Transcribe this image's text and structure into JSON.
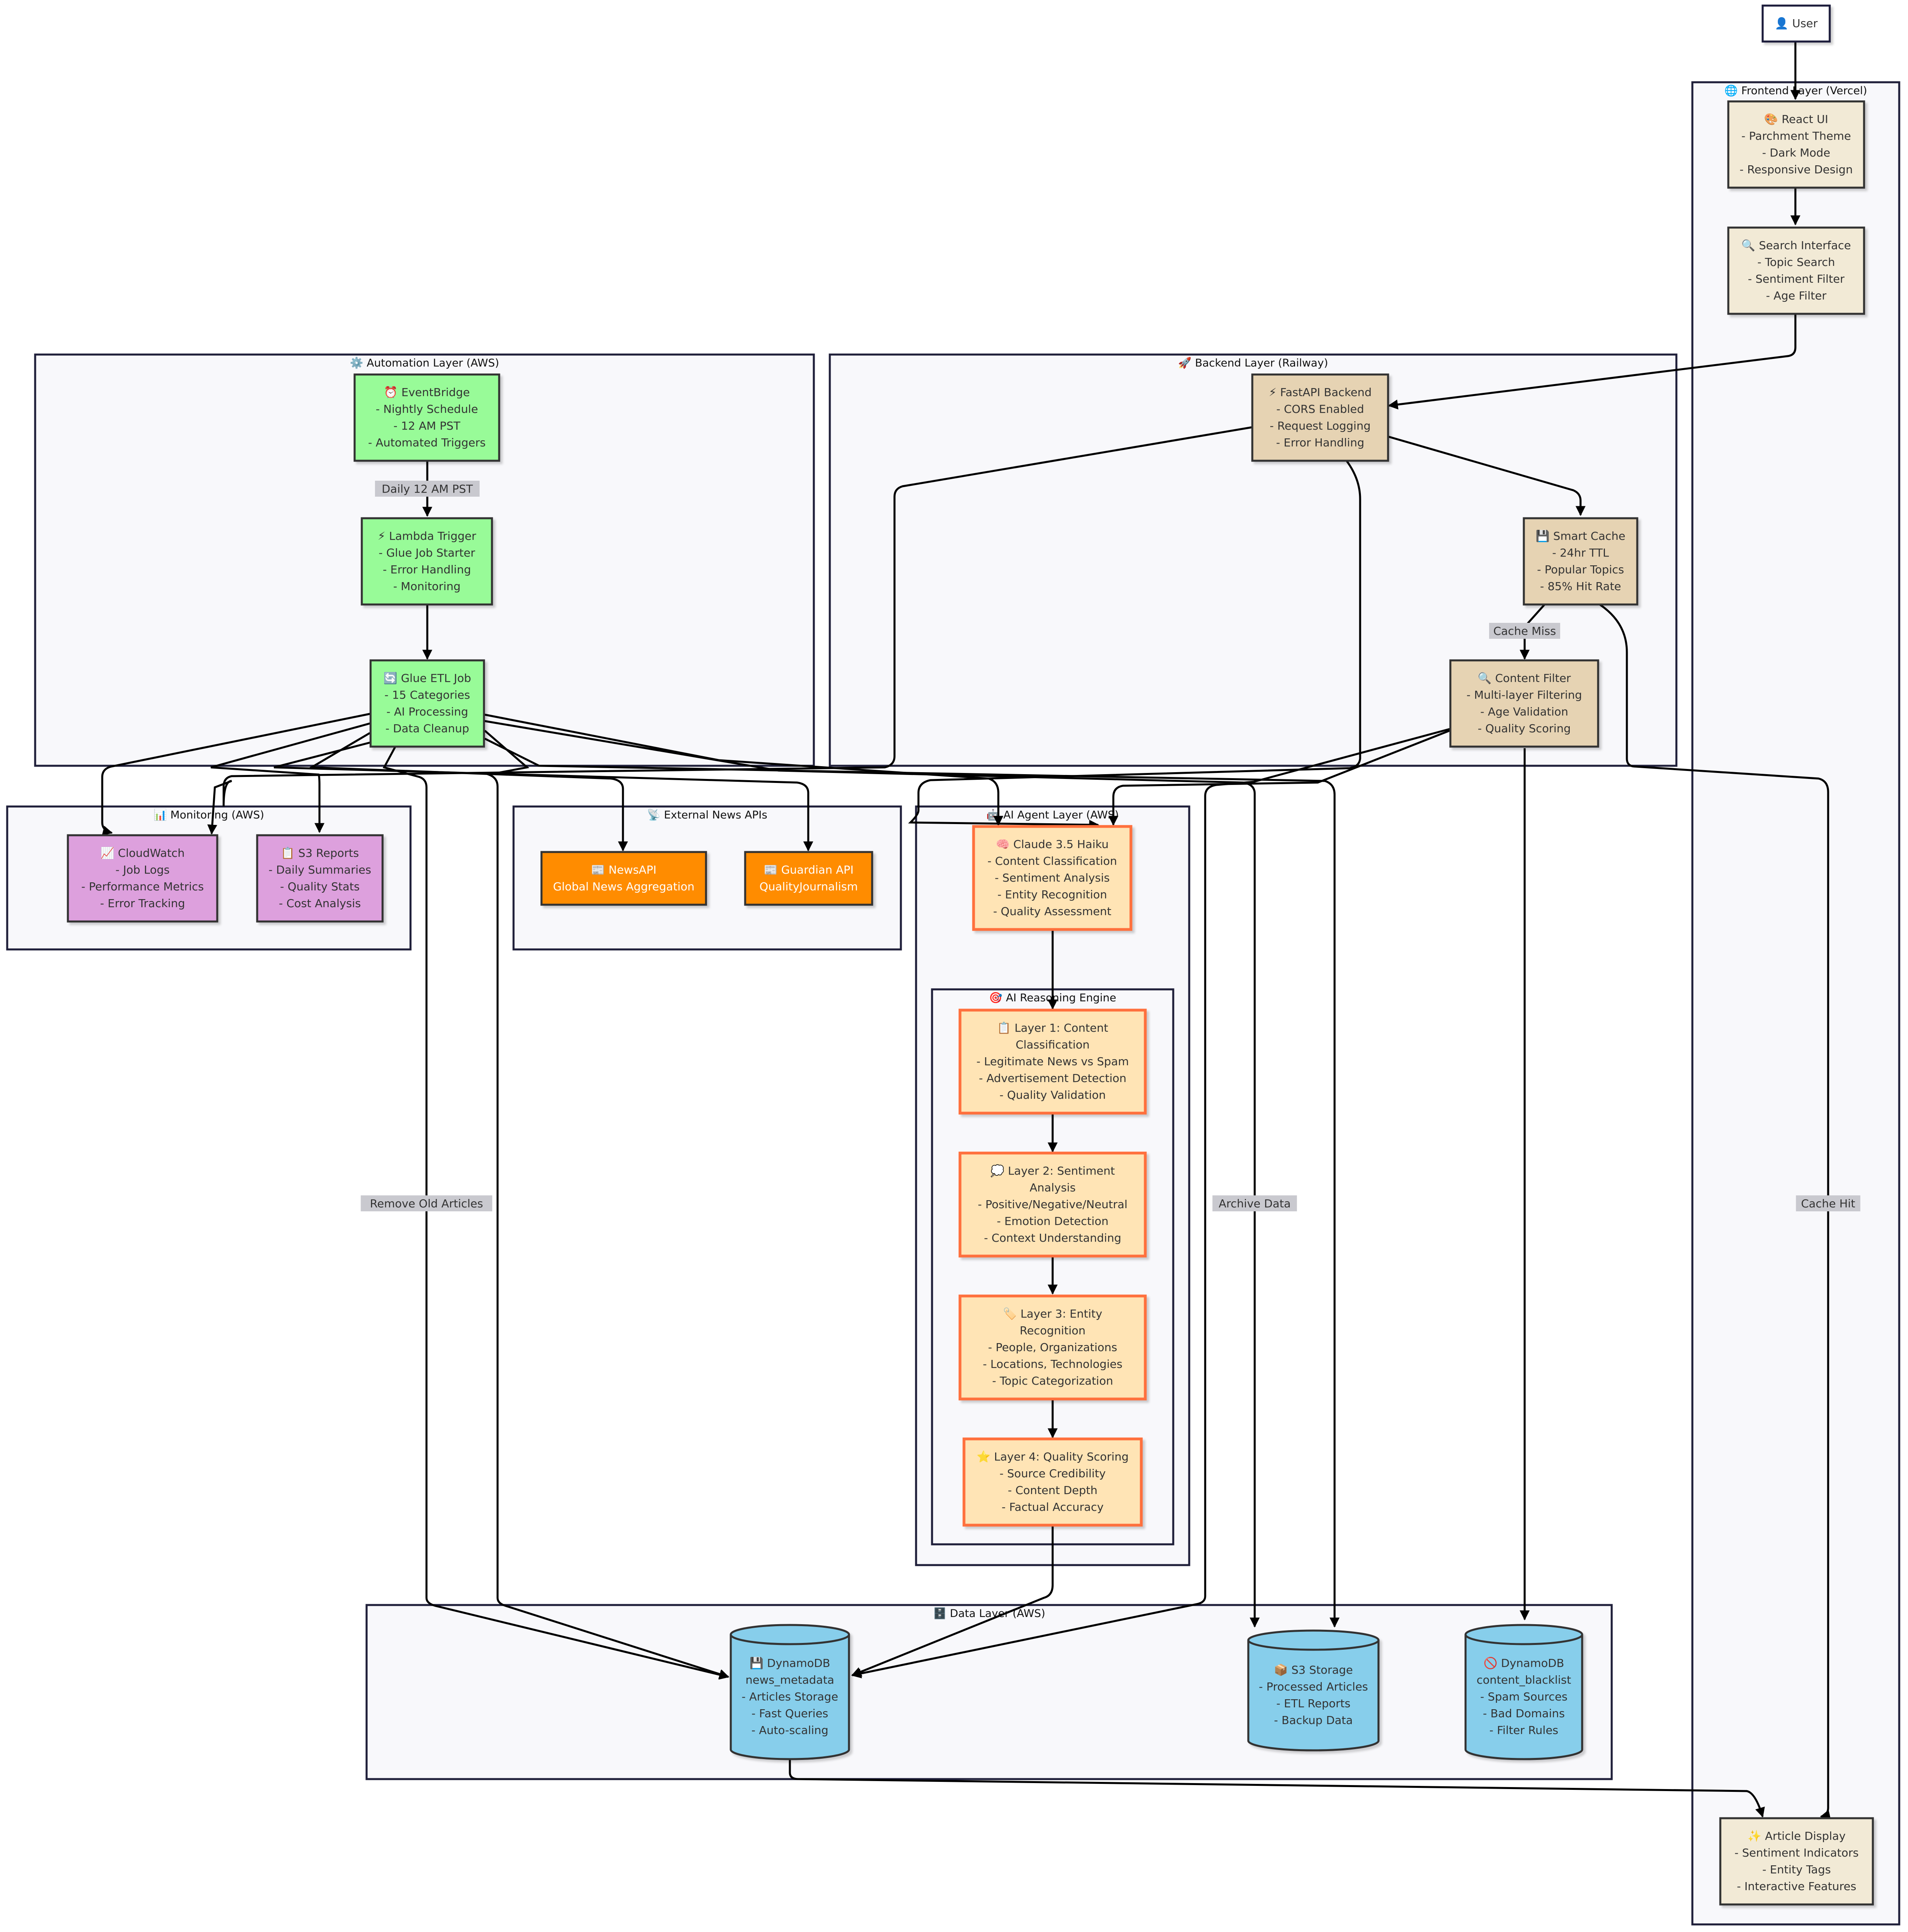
{
  "clusters": {
    "frontend": "🌐 Frontend Layer (Vercel)",
    "automation": "⚙️ Automation Layer (AWS)",
    "backend": "🚀 Backend Layer (Railway)",
    "monitoring": "📊 Monitoring (AWS)",
    "external": "📡 External News APIs",
    "ai_agent": "🤖 AI Agent Layer (AWS)",
    "reasoning": "🎯 AI Reasoning Engine",
    "data": "🗄️ Data Layer (AWS)"
  },
  "nodes": {
    "user": [
      "👤 User"
    ],
    "react_ui": [
      "🎨 React UI",
      "- Parchment Theme",
      "- Dark Mode",
      "- Responsive Design"
    ],
    "search": [
      "🔍 Search Interface",
      "- Topic Search",
      "- Sentiment Filter",
      "- Age Filter"
    ],
    "article_display": [
      "✨ Article Display",
      "- Sentiment Indicators",
      "- Entity Tags",
      "- Interactive Features"
    ],
    "eventbridge": [
      "⏰ EventBridge",
      "- Nightly Schedule",
      "- 12 AM PST",
      "- Automated Triggers"
    ],
    "lambda": [
      "⚡ Lambda Trigger",
      "- Glue Job Starter",
      "- Error Handling",
      "- Monitoring"
    ],
    "glue": [
      "🔄 Glue ETL Job",
      "- 15 Categories",
      "- AI Processing",
      "- Data Cleanup"
    ],
    "fastapi": [
      "⚡ FastAPI Backend",
      "- CORS Enabled",
      "- Request Logging",
      "- Error Handling"
    ],
    "cache": [
      "💾 Smart Cache",
      "- 24hr TTL",
      "- Popular Topics",
      "- 85% Hit Rate"
    ],
    "content_filter": [
      "🔍 Content Filter",
      "- Multi-layer Filtering",
      "- Age Validation",
      "- Quality Scoring"
    ],
    "cloudwatch": [
      "📈 CloudWatch",
      "- Job Logs",
      "- Performance Metrics",
      "- Error Tracking"
    ],
    "s3_reports": [
      "📋 S3 Reports",
      "- Daily Summaries",
      "- Quality Stats",
      "- Cost Analysis"
    ],
    "newsapi": [
      "📰 NewsAPI",
      "Global News Aggregation"
    ],
    "guardian": [
      "📰 Guardian API",
      "QualityJournalism"
    ],
    "claude": [
      "🧠 Claude 3.5 Haiku",
      "- Content Classification",
      "- Sentiment Analysis",
      "- Entity Recognition",
      "- Quality Assessment"
    ],
    "layer1": [
      "📋 Layer 1: Content",
      "Classification",
      "- Legitimate News vs Spam",
      "- Advertisement Detection",
      "- Quality Validation"
    ],
    "layer2": [
      "💭 Layer 2: Sentiment",
      "Analysis",
      "- Positive/Negative/Neutral",
      "- Emotion Detection",
      "- Context Understanding"
    ],
    "layer3": [
      "🏷️ Layer 3: Entity",
      "Recognition",
      "- People, Organizations",
      "- Locations, Technologies",
      "- Topic Categorization"
    ],
    "layer4": [
      "⭐ Layer 4: Quality Scoring",
      "- Source Credibility",
      "- Content Depth",
      "- Factual Accuracy"
    ],
    "dynamo_news": [
      "💾 DynamoDB",
      "news_metadata",
      "- Articles Storage",
      "- Fast Queries",
      "- Auto-scaling"
    ],
    "s3_storage": [
      "📦 S3 Storage",
      "- Processed Articles",
      "- ETL Reports",
      "- Backup Data"
    ],
    "dynamo_blacklist": [
      "🚫 DynamoDB",
      "content_blacklist",
      "- Spam Sources",
      "- Bad Domains",
      "- Filter Rules"
    ]
  },
  "edge_labels": {
    "daily": "Daily 12 AM PST",
    "cache_miss": "Cache Miss",
    "remove_old": "Remove Old Articles",
    "archive": "Archive Data",
    "cache_hit": "Cache Hit"
  },
  "colors": {
    "automation_fill": "#98fb98",
    "backend_fill": "#e6d3b3",
    "frontend_fill": "#f2ead6",
    "monitoring_fill": "#dda0dd",
    "external_fill": "#ff8c00",
    "ai_fill": "#ffe4b5",
    "ai_stroke": "#ff6f3c",
    "data_fill": "#87ceeb"
  }
}
